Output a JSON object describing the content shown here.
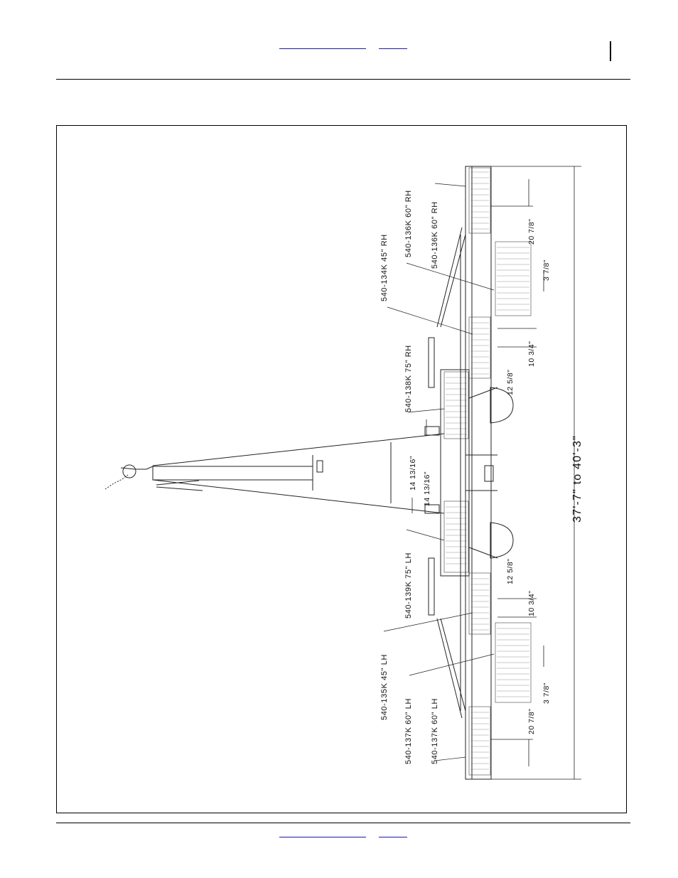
{
  "labels": {
    "p134": "540-134K 45\" RH",
    "p136a": "540-136K 60\" RH",
    "p136b": "540-136K 60\" RH",
    "p138": "540-138K 75\" RH",
    "p139": "540-139K 75\" LH",
    "p135": "540-135K 45\" LH",
    "p137a": "540-137K 60\" LH",
    "p137b": "540-137K 60\" LH"
  },
  "dimensions": {
    "d_2078_r": "20 7/8\"",
    "d_378_r": "3 7/8\"",
    "d_1034_r": "10 3/4\"",
    "d_1258_r": "12 5/8\"",
    "d_1413_a": "14 13/16\"",
    "d_1413_b": "14 13/16\"",
    "d_1258_l": "12 5/8\"",
    "d_1034_l": "10 3/4\"",
    "d_378_l": "3 7/8\"",
    "d_2078_l": "20 7/8\"",
    "overall": "37'-7\" to 40'-3\""
  }
}
